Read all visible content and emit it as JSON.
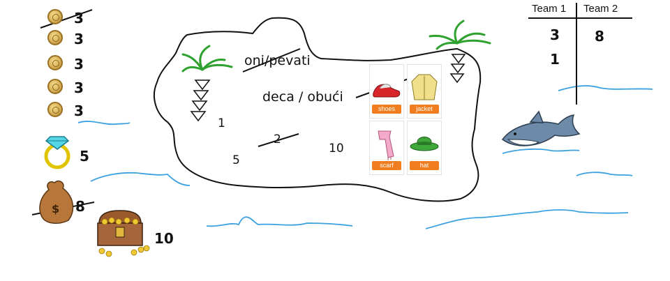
{
  "prizes": [
    {
      "icon": "coin-icon",
      "value": "3",
      "crossed": true
    },
    {
      "icon": "coin-icon",
      "value": "3",
      "crossed": false
    },
    {
      "icon": "coin-icon",
      "value": "3",
      "crossed": false
    },
    {
      "icon": "coin-icon",
      "value": "3",
      "crossed": false
    },
    {
      "icon": "coin-icon",
      "value": "3",
      "crossed": false
    },
    {
      "icon": "diamond-ring-icon",
      "value": "5",
      "crossed": false
    },
    {
      "icon": "money-bag-icon",
      "value": "8",
      "crossed": true
    },
    {
      "icon": "treasure-chest-icon",
      "value": "10",
      "crossed": false
    }
  ],
  "island": {
    "phrase1": "oni/pevati",
    "phrase2": "deca / obući",
    "numbers": [
      "1",
      "2",
      "5",
      "10"
    ]
  },
  "cards": [
    "shoes",
    "jacket",
    "scarf",
    "hat"
  ],
  "scoreboard": {
    "team1": "Team 1",
    "team2": "Team 2",
    "team1_scores": [
      "3",
      "1"
    ],
    "team2_scores": [
      "8"
    ]
  },
  "colors": {
    "water": "#3aa0e0",
    "palm": "#2fa12f",
    "label": "#f07d1f",
    "crossline": "#111111"
  }
}
